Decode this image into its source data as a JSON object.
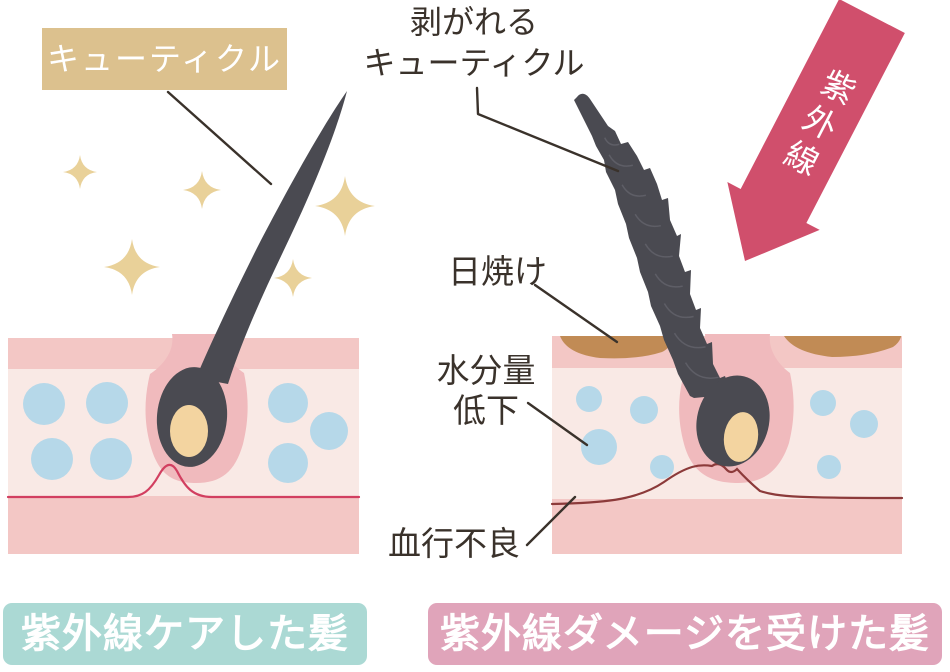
{
  "labels": {
    "cuticle": "キューティクル",
    "peeling_line1": "剥がれる",
    "peeling_line2": "キューティクル",
    "uv_rays": "紫外線",
    "sunburn": "日焼け",
    "moisture_line1": "水分量",
    "moisture_line2": "低下",
    "poor_circulation": "血行不良",
    "caption_left": "紫外線ケアした髪",
    "caption_right": "紫外線ダメージを受けた髪"
  },
  "colors": {
    "label_tan": "#dcc18e",
    "arrow_pink": "#d04f6c",
    "caption_teal": "#abd9d4",
    "caption_pink": "#e0a4ba",
    "caption_text": "#ffffff",
    "skin_outer": "#f3c7c5",
    "skin_inner": "#f9e9e5",
    "follicle_pink": "#f0babd",
    "moisture_blue": "#b6d8e9",
    "hair_dark": "#4a4a51",
    "hair_root_beige": "#f3d4a0",
    "sunburn_tan": "#c18b55",
    "blood_red": "#d23f60",
    "blood_dark_red": "#8c3a3a",
    "sparkle_gold": "#e9d199",
    "label_text": "#3a322b"
  }
}
